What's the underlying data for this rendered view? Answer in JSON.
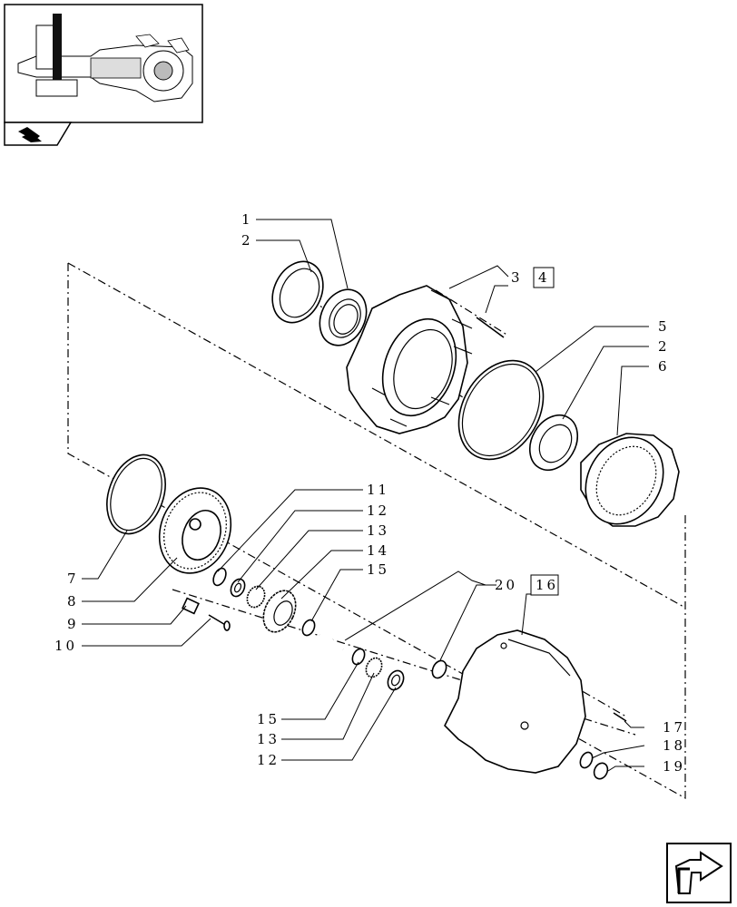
{
  "diagram": {
    "labels": [
      {
        "id": "l1",
        "text": "1"
      },
      {
        "id": "l2a",
        "text": "2"
      },
      {
        "id": "l3",
        "text": "3"
      },
      {
        "id": "l4",
        "text": "4"
      },
      {
        "id": "l5",
        "text": "5"
      },
      {
        "id": "l2b",
        "text": "2"
      },
      {
        "id": "l6",
        "text": "6"
      },
      {
        "id": "l7",
        "text": "7"
      },
      {
        "id": "l8",
        "text": "8"
      },
      {
        "id": "l9",
        "text": "9"
      },
      {
        "id": "l10",
        "text": "10"
      },
      {
        "id": "l11",
        "text": "11"
      },
      {
        "id": "l12a",
        "text": "12"
      },
      {
        "id": "l13a",
        "text": "13"
      },
      {
        "id": "l14",
        "text": "14"
      },
      {
        "id": "l15a",
        "text": "15"
      },
      {
        "id": "l20",
        "text": "20"
      },
      {
        "id": "l16",
        "text": "16"
      },
      {
        "id": "l15b",
        "text": "15"
      },
      {
        "id": "l13b",
        "text": "13"
      },
      {
        "id": "l12b",
        "text": "12"
      },
      {
        "id": "l17",
        "text": "17"
      },
      {
        "id": "l18",
        "text": "18"
      },
      {
        "id": "l19",
        "text": "19"
      }
    ],
    "icons": {
      "thumbnail": "axle-assembly-thumbnail-icon",
      "prev": "back-arrow-icon",
      "next": "next-page-arrow-icon"
    }
  }
}
